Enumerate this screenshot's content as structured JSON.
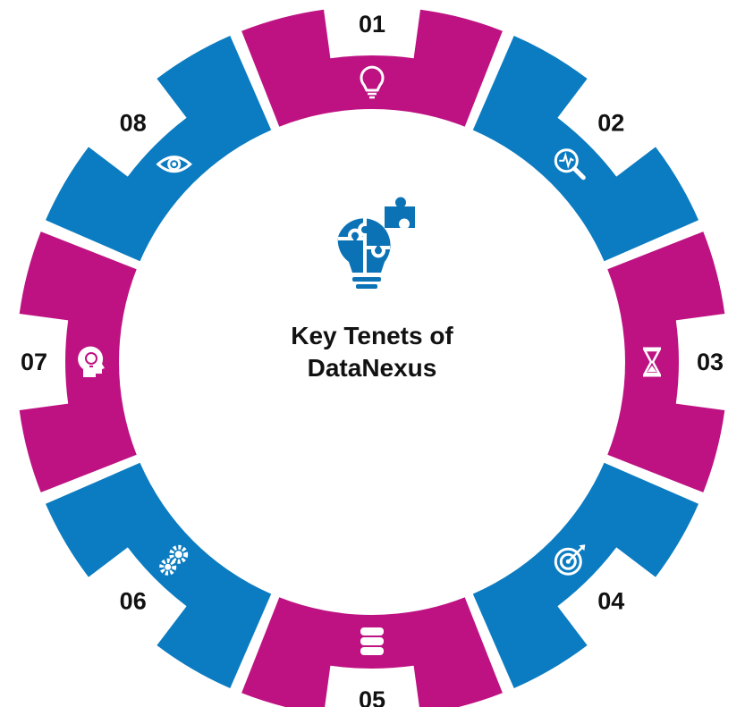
{
  "colors": {
    "magenta": "#BE1282",
    "blue": "#0B7CC1",
    "center_icon": "#0B72B5",
    "icon_fill": "#ffffff",
    "label": "#111111"
  },
  "center": {
    "icon": "puzzle-lightbulb-icon",
    "title_line1": "Key Tenets of",
    "title_line2": "DataNexus"
  },
  "segments": [
    {
      "number": "01",
      "color": "magenta",
      "icon": "lightbulb-icon"
    },
    {
      "number": "02",
      "color": "blue",
      "icon": "analytics-magnifier-icon"
    },
    {
      "number": "03",
      "color": "magenta",
      "icon": "hourglass-icon"
    },
    {
      "number": "04",
      "color": "blue",
      "icon": "target-icon"
    },
    {
      "number": "05",
      "color": "magenta",
      "icon": "database-icon"
    },
    {
      "number": "06",
      "color": "blue",
      "icon": "gears-icon"
    },
    {
      "number": "07",
      "color": "magenta",
      "icon": "idea-head-icon"
    },
    {
      "number": "08",
      "color": "blue",
      "icon": "eye-icon"
    }
  ]
}
